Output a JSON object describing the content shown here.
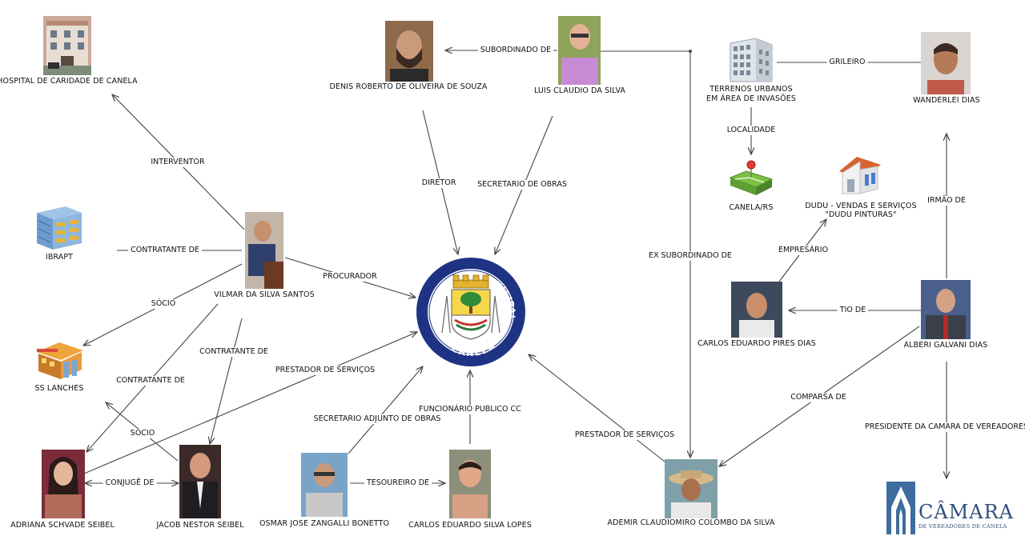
{
  "nodes": {
    "hospital": {
      "label": "HOSPITAL DE CARIDADE DE CANELA",
      "icon": "hospital-building-icon"
    },
    "denis": {
      "label": "DENIS ROBERTO DE OLIVEIRA DE SOUZA"
    },
    "luis": {
      "label": "LUIS CLAUDIO DA SILVA"
    },
    "terrenos": {
      "label_line1": "TERRENOS URBANOS",
      "label_line2": "EM ÁREA DE INVASÕES",
      "icon": "office-building-icon"
    },
    "wanderlei": {
      "label": "WANDERLEI DIAS"
    },
    "canela_rs": {
      "label": "CANELA/RS",
      "icon": "map-pin-icon"
    },
    "dudu": {
      "label_line1": "DUDU - VENDAS E SERVIÇOS",
      "label_line2": "\"DUDU PINTURAS\"",
      "icon": "house-icon"
    },
    "ibrapt": {
      "label": "IBRAPT",
      "icon": "server-building-icon"
    },
    "vilmar": {
      "label": "VILMAR DA SILVA SANTOS"
    },
    "ss_lanches": {
      "label": "SS LANCHES",
      "icon": "shop-icon"
    },
    "carlos_pires": {
      "label": "CARLOS EDUARDO PIRES DIAS"
    },
    "alberi": {
      "label": "ALBERI GALVANI DIAS"
    },
    "adriana": {
      "label": "ADRIANA SCHVADE SEIBEL"
    },
    "jacob": {
      "label": "JACOB NESTOR SEIBEL"
    },
    "osmar": {
      "label": "OSMAR JOSE ZANGALLI BONETTO"
    },
    "carlos_lopes": {
      "label": "CARLOS EDUARDO SILVA LOPES"
    },
    "ademir": {
      "label": "ADEMIR CLAUDIOMIRO COLOMBO DA SILVA"
    },
    "prefeitura": {
      "ring_top": "PREFEITURA",
      "ring_right": "MUNICIPAL",
      "ring_bottom": "CANELA",
      "icon": "municipal-seal-icon"
    },
    "camara": {
      "word": "CÂMARA",
      "subtitle": "DE VEREADORES DE CANELA",
      "icon": "camara-logo-icon"
    }
  },
  "edges": {
    "subordinado": "SUBORDINADO DE",
    "grileiro": "GRILEIRO",
    "interventor": "INTERVENTOR",
    "localidade": "LOCALIDADE",
    "diretor": "DIRETOR",
    "secretario_obras": "SECRETARIO DE OBRAS",
    "irmao": "IRMÃO DE",
    "contratante_ibrapt": "CONTRATANTE DE",
    "empresario": "EMPRESÁRIO",
    "ex_subordinado": "EX SUBORDINADO DE",
    "procurador": "PROCURADOR",
    "socio_ss": "SÓCIO",
    "tio": "TIO DE",
    "contratante_jacob": "CONTRATANTE DE",
    "prestador_adriana": "PRESTADOR DE SERVIÇOS",
    "contratante_adriana": "CONTRATANTE DE",
    "comparsa": "COMPARSA DE",
    "funcionario": "FUNCIONÁRIO PUBLICO CC",
    "secretario_adjunto": "SECRETARIO ADJUNTO DE OBRAS",
    "presidente": "PRESIDENTE DA CAMARA DE VEREADORES",
    "socio_jacob": "SÓCIO",
    "prestador_ademir": "PRESTADOR DE SERVIÇOS",
    "tesoureiro": "TESOUREIRO DE",
    "conjuge": "CONJUGÊ DE"
  },
  "colors": {
    "line": "#444444",
    "seal_blue": "#2b3f8f",
    "seal_ring": "#1f3384",
    "camara_blue": "#2f4e7a"
  }
}
